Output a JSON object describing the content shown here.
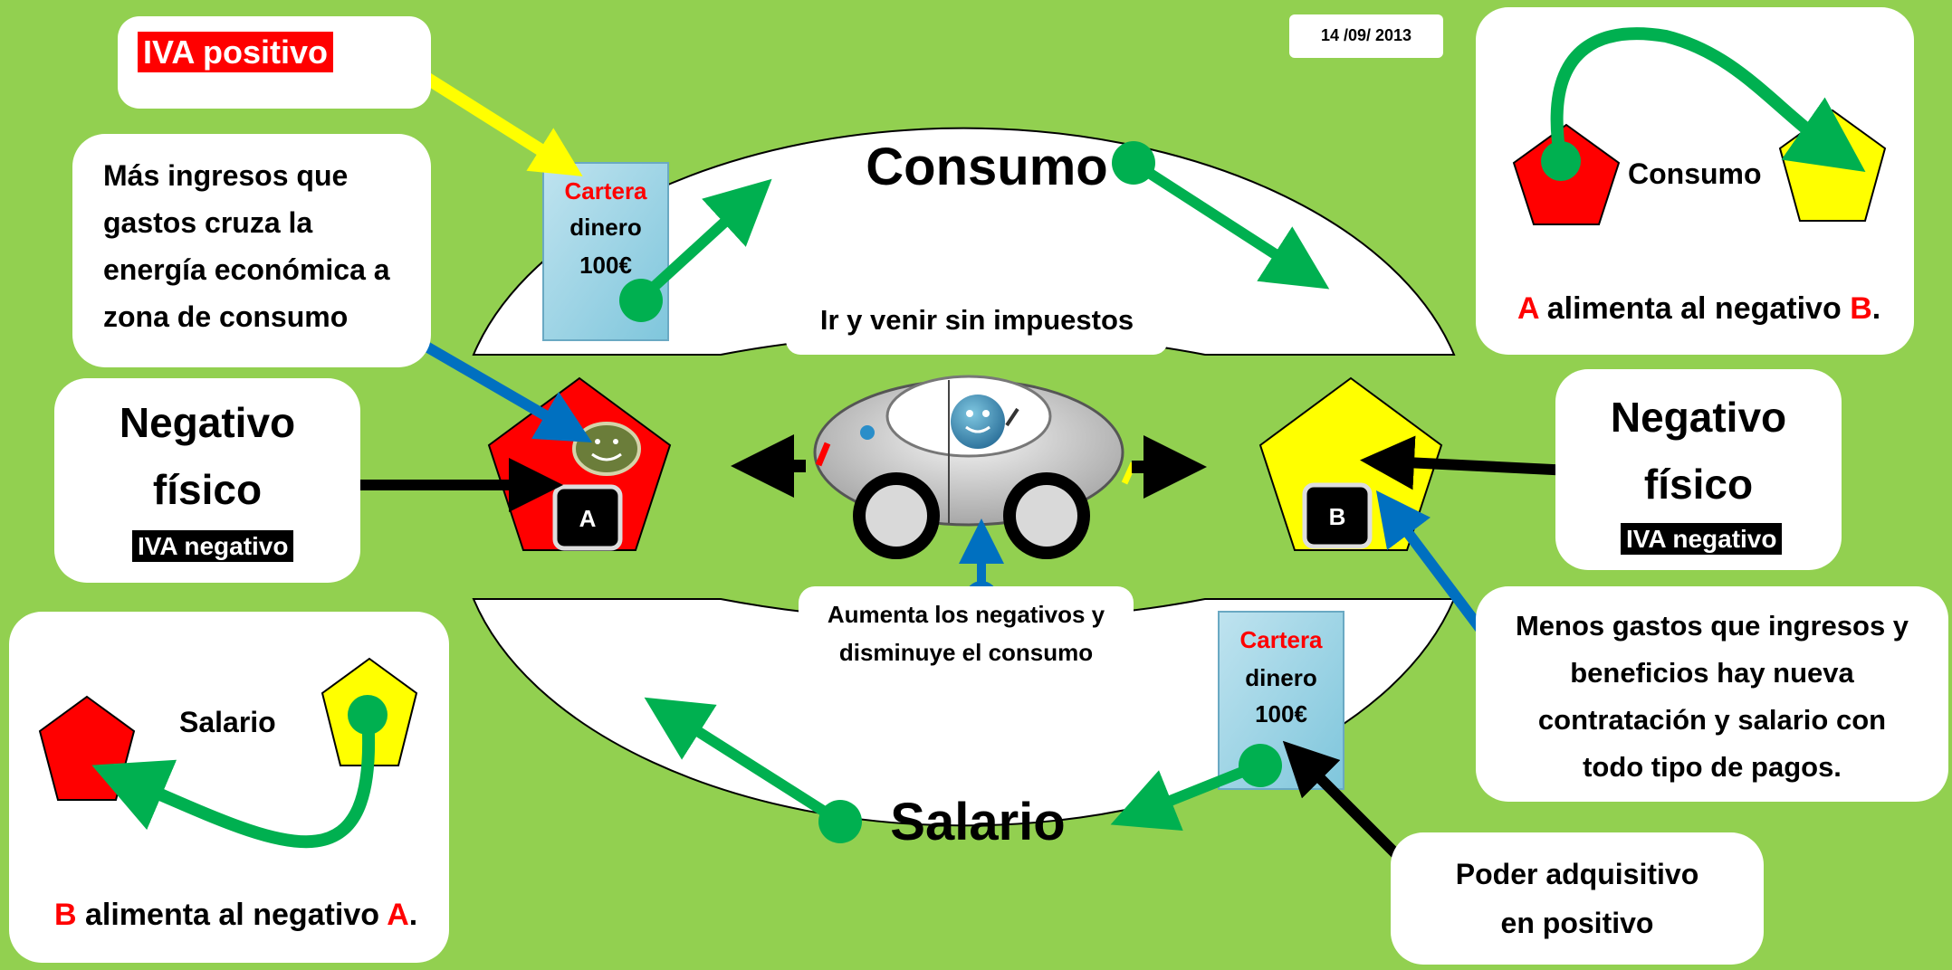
{
  "date": "14 /09/ 2013",
  "iva_positivo": "IVA positivo",
  "info_left_top": [
    "Más ingresos que",
    "gastos cruza la",
    "energía económica a",
    "zona de consumo"
  ],
  "negativo_fisico": {
    "line1": "Negativo",
    "line2": "físico",
    "iva_negativo": "IVA negativo"
  },
  "consumo_label": "Consumo",
  "salario_label": "Salario",
  "ir_y_venir": "Ir y venir sin impuestos",
  "aumenta": [
    "Aumenta los negativos y",
    "disminuye el consumo"
  ],
  "cartera": {
    "title": "Cartera",
    "line2": "dinero",
    "line3": "100€"
  },
  "node_a": "A",
  "node_b": "B",
  "legend_top": {
    "label": "Consumo",
    "sentence_a": "A",
    "sentence_mid": " alimenta al negativo ",
    "sentence_b": "B",
    "sentence_end": "."
  },
  "legend_bottom": {
    "label": "Salario",
    "sentence_a": "B",
    "sentence_mid": " alimenta al negativo ",
    "sentence_b": "A",
    "sentence_end": "."
  },
  "info_right": [
    "Menos gastos que ingresos y",
    "beneficios hay  nueva",
    "contratación y salario con",
    "todo tipo de pagos."
  ],
  "poder": [
    "Poder adquisitivo",
    "en positivo"
  ],
  "colors": {
    "background": "#92d050",
    "green_arrow": "#00b050",
    "blue": "#0070c0",
    "yellow": "#ffff00",
    "red": "#ff0000"
  },
  "icons": [
    "car-icon",
    "smiley-icon",
    "pentagon-icon",
    "wallet-icon"
  ]
}
